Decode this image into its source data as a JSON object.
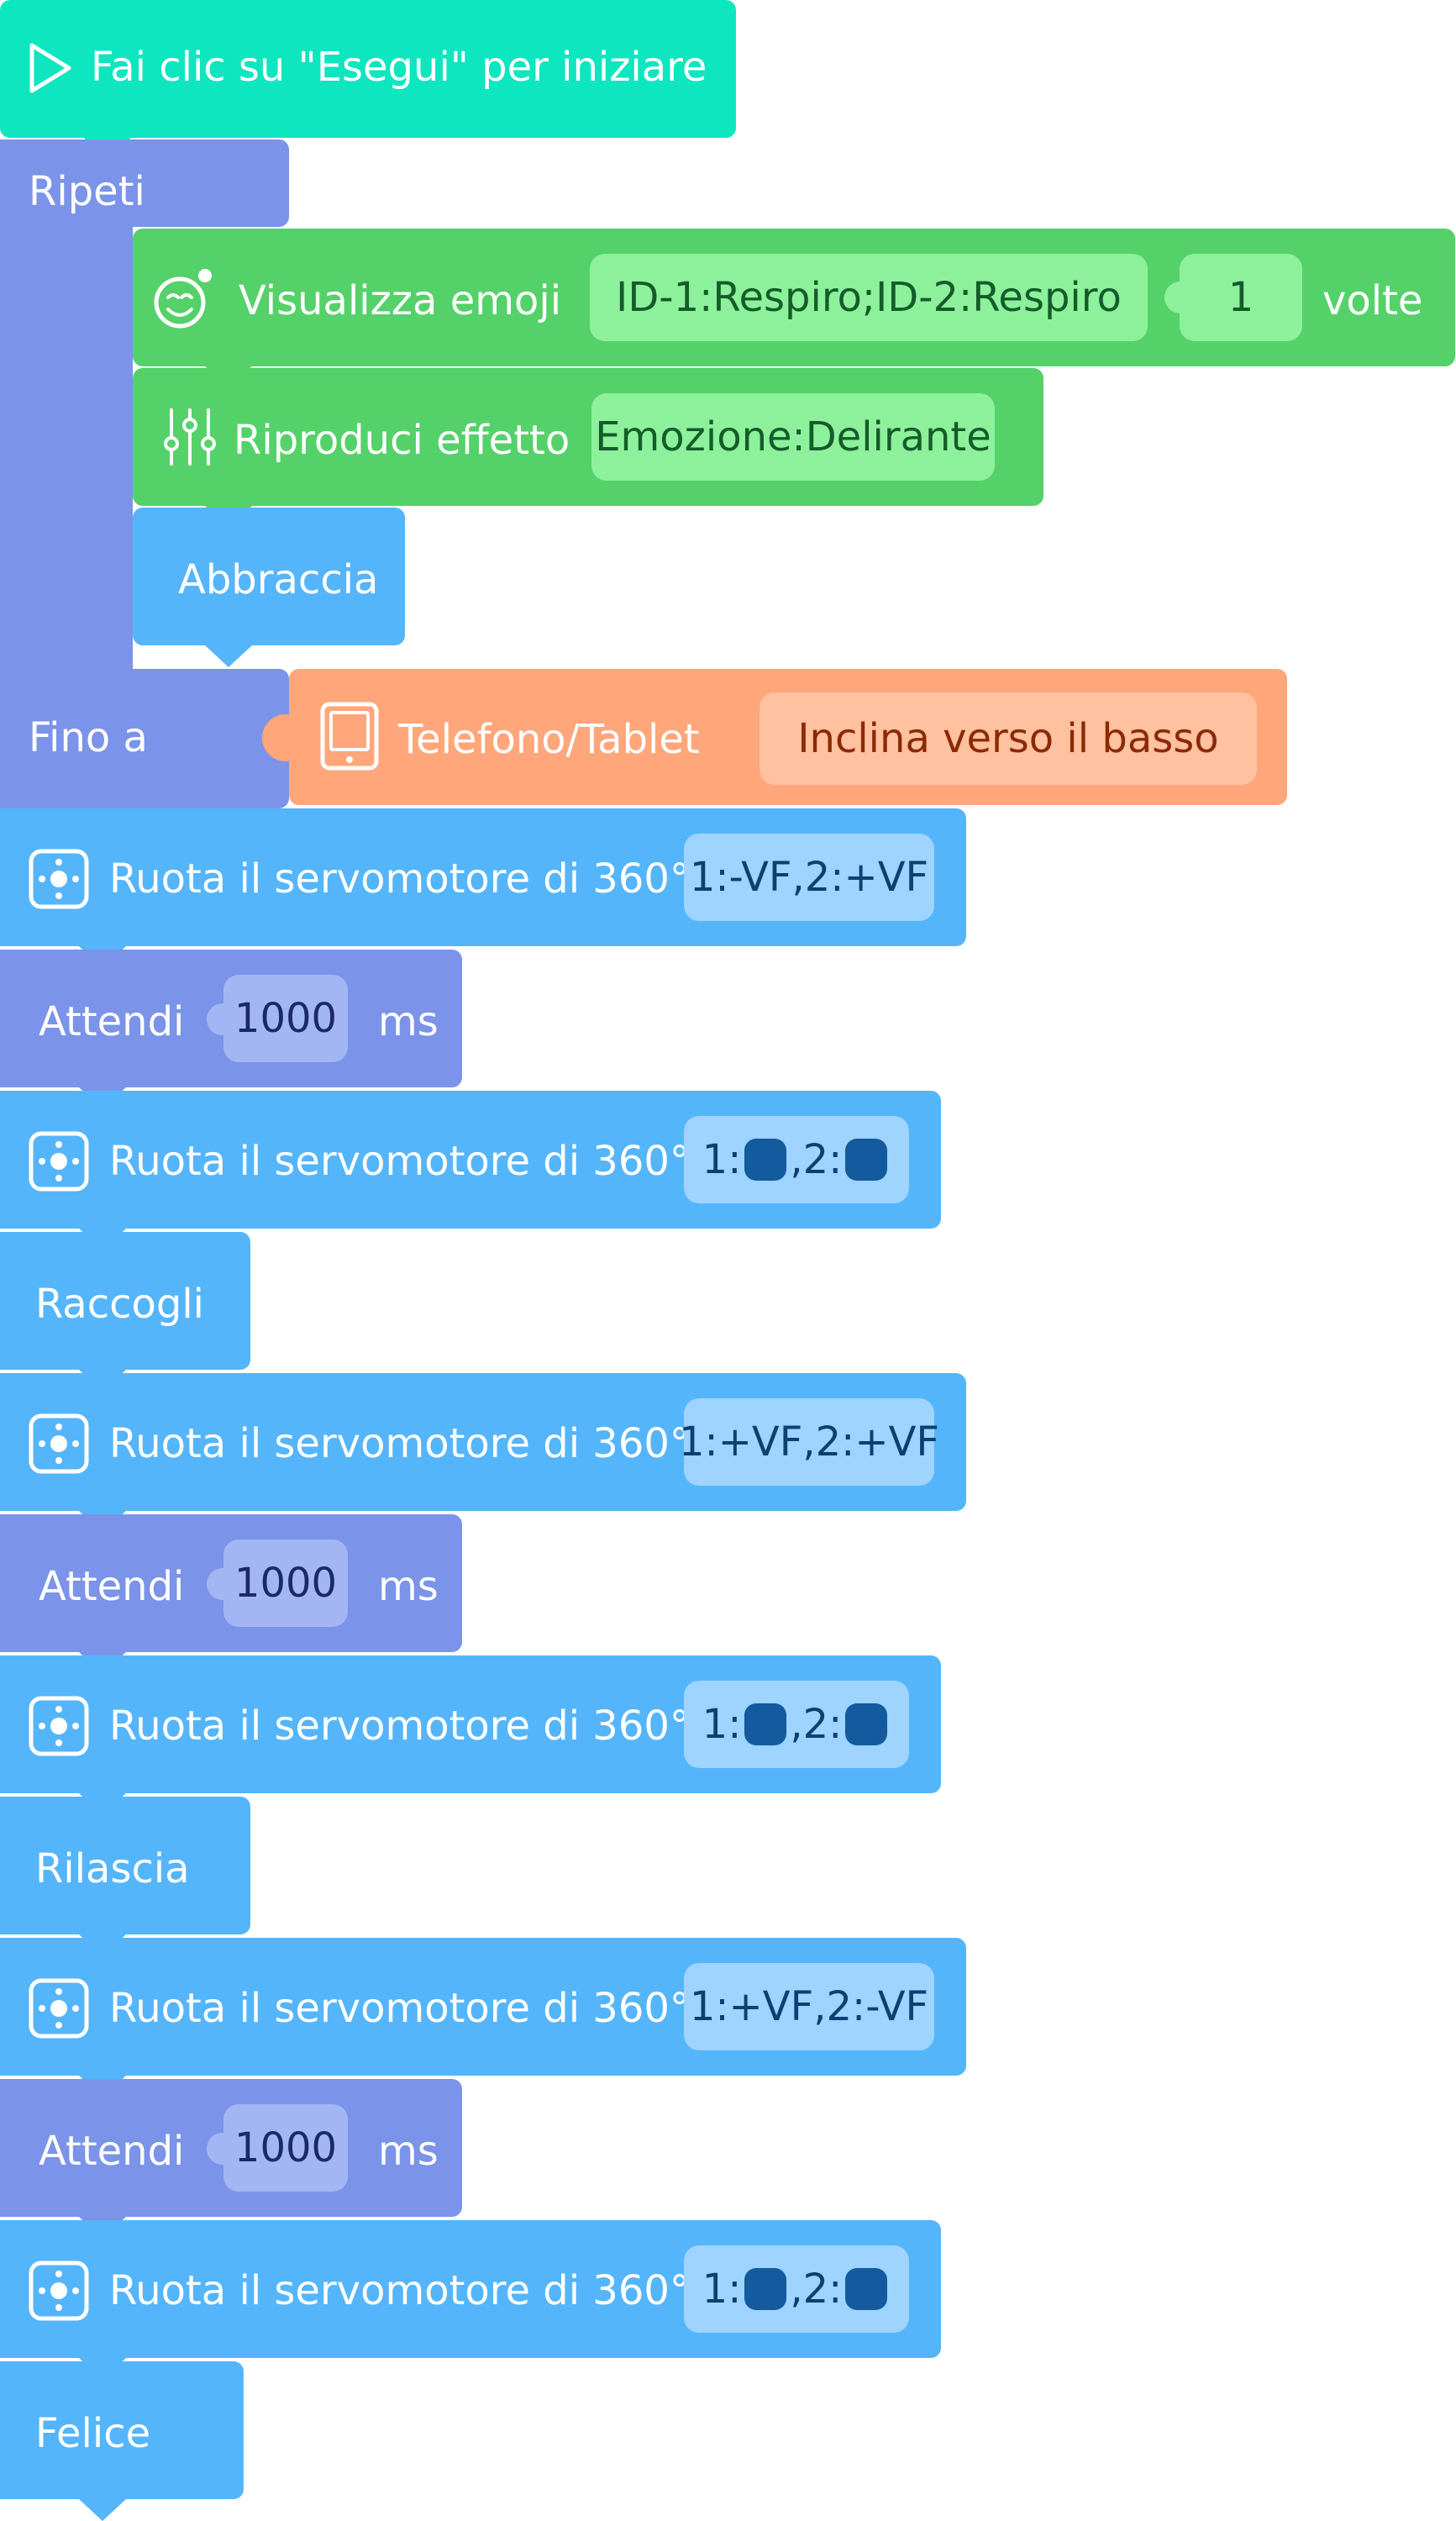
{
  "colors": {
    "start": "#0EE6BF",
    "control": "#7B93E8",
    "looks": "#55D16A",
    "looks_pill": "#8DF19B",
    "motion": "#55B5FA",
    "motion_pill": "#9ED4FF",
    "sensor": "#FFA67A",
    "sensor_pill": "#FFC1A0",
    "param_square": "#145A9E"
  },
  "start_block": {
    "icon": "play-icon",
    "label": "Fai clic su \"Esegui\" per iniziare"
  },
  "repeat_block": {
    "label": "Ripeti",
    "until_label": "Fino a"
  },
  "emoji_block": {
    "icon": "emoji-face-icon",
    "label": "Visualizza emoji",
    "value": "ID-1:Respiro;ID-2:Respiro",
    "count": "1",
    "suffix": "volte"
  },
  "effect_block": {
    "icon": "sliders-icon",
    "label": "Riproduci effetto",
    "value": "Emozione:Delirante"
  },
  "hug_block": {
    "label": "Abbraccia"
  },
  "condition_block": {
    "icon": "tablet-icon",
    "label": "Telefono/Tablet",
    "value": "Inclina verso il basso"
  },
  "steps": [
    {
      "kind": "servo",
      "label": "Ruota il servomotore di 360°",
      "value": "1:-VF,2:+VF"
    },
    {
      "kind": "wait",
      "label": "Attendi",
      "value": "1000",
      "unit": "ms"
    },
    {
      "kind": "servo_sq",
      "label": "Ruota il servomotore di 360°",
      "p1": "1:",
      "p2": ",2:"
    },
    {
      "kind": "action",
      "label": "Raccogli"
    },
    {
      "kind": "servo",
      "label": "Ruota il servomotore di 360°",
      "value": "1:+VF,2:+VF"
    },
    {
      "kind": "wait",
      "label": "Attendi",
      "value": "1000",
      "unit": "ms"
    },
    {
      "kind": "servo_sq",
      "label": "Ruota il servomotore di 360°",
      "p1": "1:",
      "p2": ",2:"
    },
    {
      "kind": "action",
      "label": "Rilascia"
    },
    {
      "kind": "servo",
      "label": "Ruota il servomotore di 360°",
      "value": "1:+VF,2:-VF"
    },
    {
      "kind": "wait",
      "label": "Attendi",
      "value": "1000",
      "unit": "ms"
    },
    {
      "kind": "servo_sq",
      "label": "Ruota il servomotore di 360°",
      "p1": "1:",
      "p2": ",2:"
    },
    {
      "kind": "action",
      "label": "Felice"
    }
  ]
}
